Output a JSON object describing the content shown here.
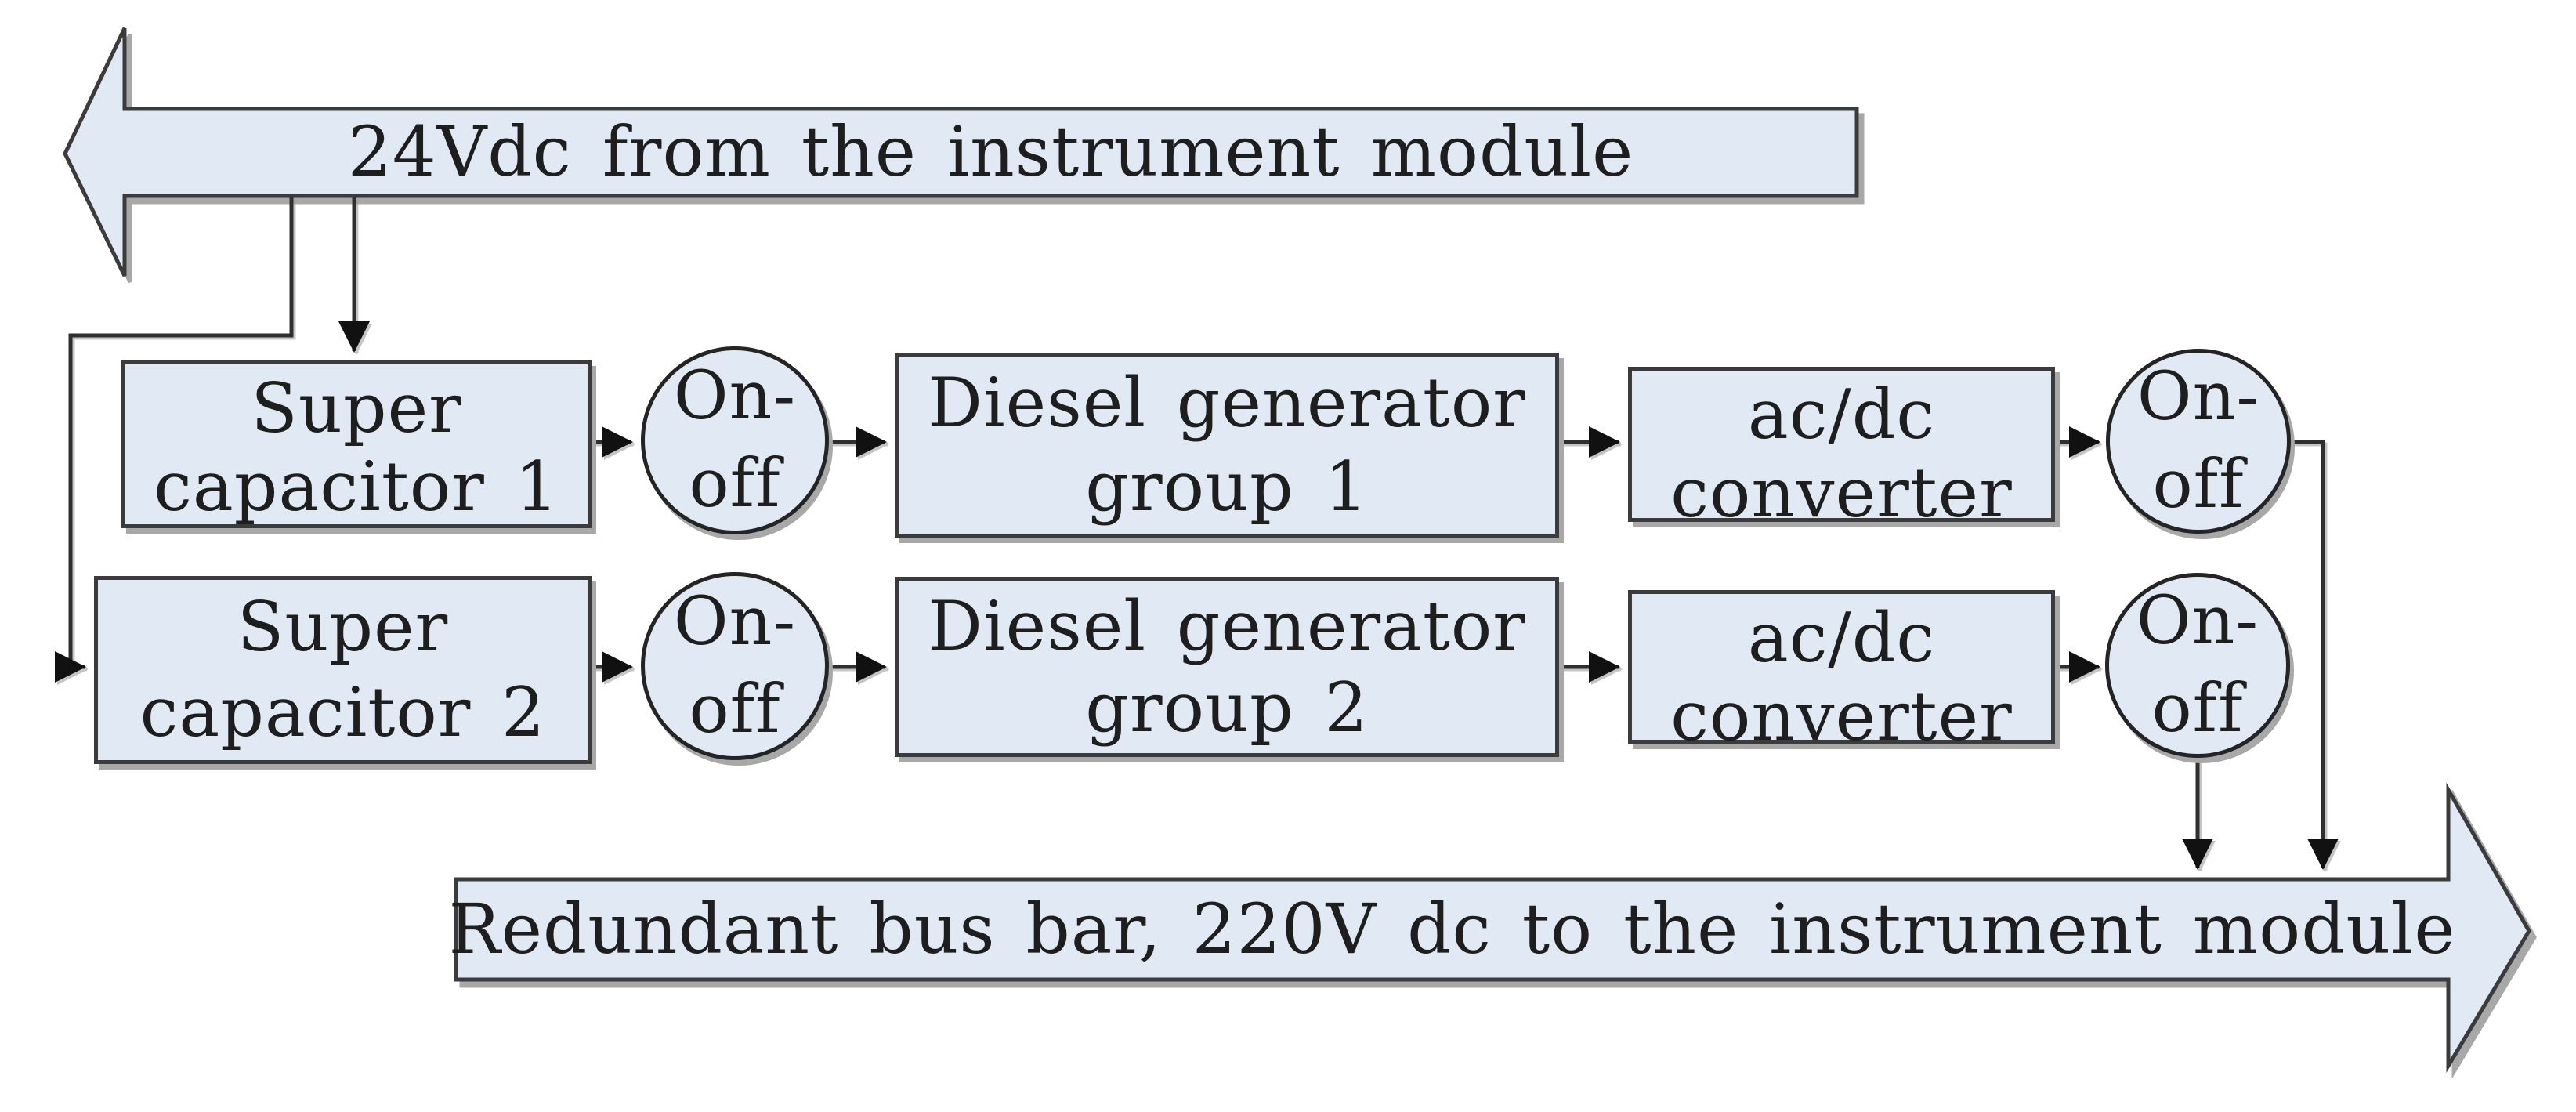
{
  "top_arrow": {
    "label": "24Vdc from the instrument module"
  },
  "bottom_arrow": {
    "label": "Redundant bus bar, 220V dc to the instrument module"
  },
  "rows": [
    {
      "capacitor": {
        "line1": "Super",
        "line2": "capacitor 1"
      },
      "switch_in": {
        "line1": "On-",
        "line2": "off"
      },
      "generator": {
        "line1": "Diesel generator",
        "line2": "group 1"
      },
      "converter": {
        "line1": "ac/dc",
        "line2": "converter"
      },
      "switch_out": {
        "line1": "On-",
        "line2": "off"
      }
    },
    {
      "capacitor": {
        "line1": "Super",
        "line2": "capacitor 2"
      },
      "switch_in": {
        "line1": "On-",
        "line2": "off"
      },
      "generator": {
        "line1": "Diesel generator",
        "line2": "group 2"
      },
      "converter": {
        "line1": "ac/dc",
        "line2": "converter"
      },
      "switch_out": {
        "line1": "On-",
        "line2": "off"
      }
    }
  ],
  "colors": {
    "shape_fill": "#e1e9f4",
    "shape_border": "#3b3b3b",
    "shadow": "#a8a8a8",
    "connector_line": "#2f2f2f",
    "arrowhead": "#111111",
    "text": "#1e1e1e"
  }
}
